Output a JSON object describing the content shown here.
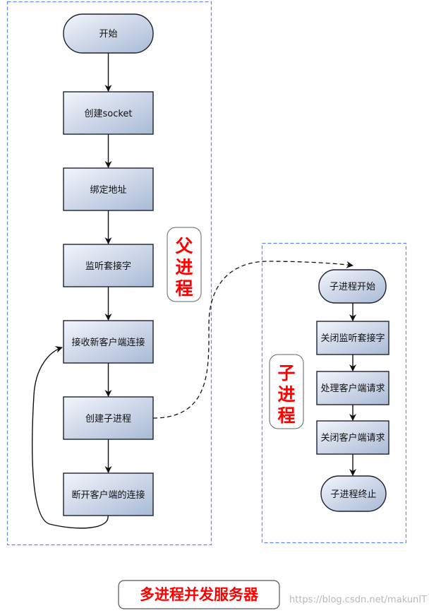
{
  "parent": {
    "label_lines": [
      "父",
      "进",
      "程"
    ],
    "nodes": {
      "start": "开始",
      "create_socket": "创建socket",
      "bind_address": "绑定地址",
      "listen_socket": "监听套接字",
      "accept_connection": "接收新客户端连接",
      "create_child": "创建子进程",
      "close_client": "断开客户端的连接"
    }
  },
  "child": {
    "label_lines": [
      "子",
      "进",
      "程"
    ],
    "nodes": {
      "child_start": "子进程开始",
      "close_listen": "关闭监听套接字",
      "handle_request": "处理客户端请求",
      "close_request": "关闭客户端请求",
      "child_end": "子进程终止"
    }
  },
  "caption": "多进程并发服务器",
  "watermark": "https://blog.csdn.net/makunIT"
}
